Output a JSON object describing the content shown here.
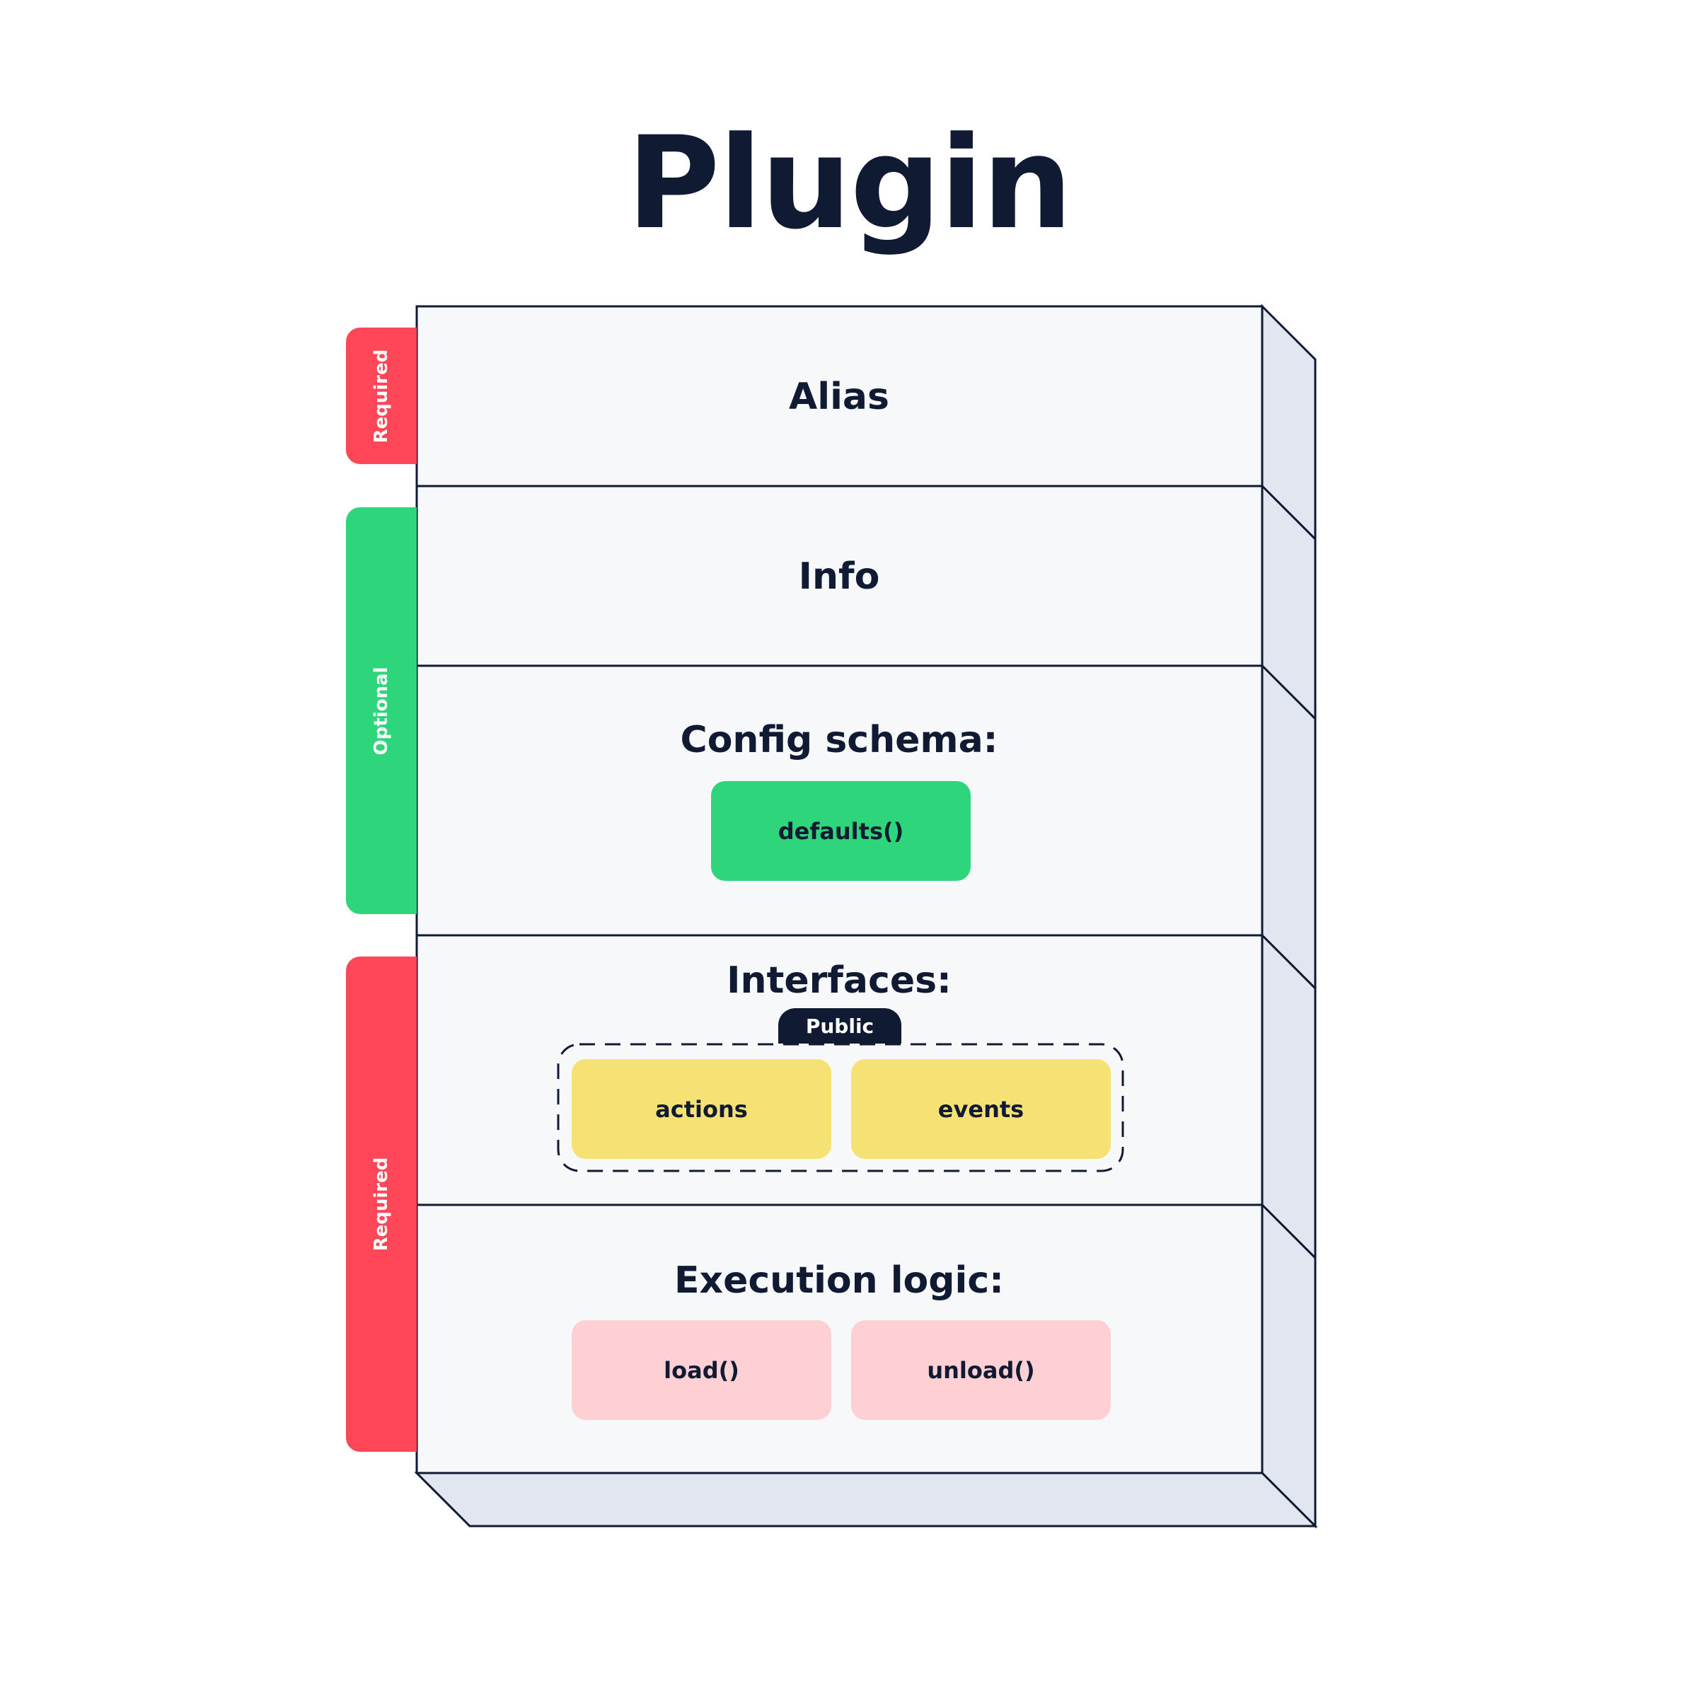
{
  "title": "Plugin",
  "side_tabs": {
    "top": "Required",
    "middle": "Optional",
    "bottom": "Required"
  },
  "sections": {
    "alias": "Alias",
    "info": "Info",
    "config": {
      "title": "Config schema:",
      "items": [
        "defaults()"
      ]
    },
    "interfaces": {
      "title": "Interfaces:",
      "group_label": "Public",
      "items": [
        "actions",
        "events"
      ]
    },
    "execution": {
      "title": "Execution logic:",
      "items": [
        "load()",
        "unload()"
      ]
    }
  },
  "colors": {
    "required": "#ff4757",
    "optional": "#2dd67a",
    "interface_item": "#f6e272",
    "execution_item": "#fdd1d3",
    "panel": "#f7f8fa",
    "side_face": "#e1e6f0",
    "outline": "#111a33"
  }
}
